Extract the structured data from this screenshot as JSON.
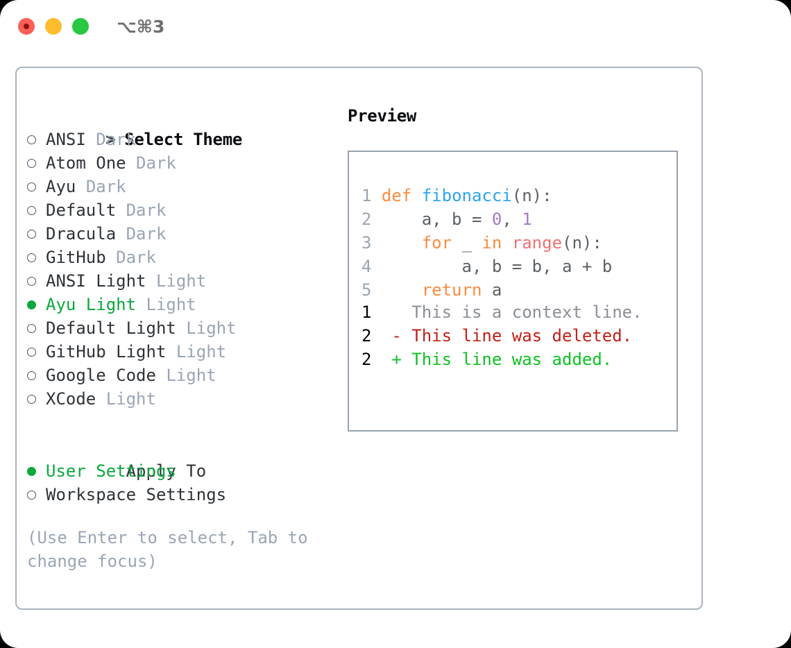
{
  "window": {
    "shortcut": "⌥⌘3",
    "traffic_lights": [
      "close-light",
      "minimize-light",
      "maximize-light"
    ]
  },
  "theme_section": {
    "header_marker": ">",
    "header": "Select Theme",
    "items": [
      {
        "marker": "hollow",
        "label": "ANSI",
        "variant": "Dark",
        "selected": false
      },
      {
        "marker": "hollow",
        "label": "Atom One",
        "variant": "Dark",
        "selected": false
      },
      {
        "marker": "hollow",
        "label": "Ayu",
        "variant": "Dark",
        "selected": false
      },
      {
        "marker": "hollow",
        "label": "Default",
        "variant": "Dark",
        "selected": false
      },
      {
        "marker": "hollow",
        "label": "Dracula",
        "variant": "Dark",
        "selected": false
      },
      {
        "marker": "hollow",
        "label": "GitHub",
        "variant": "Dark",
        "selected": false
      },
      {
        "marker": "hollow",
        "label": "ANSI Light",
        "variant": "Light",
        "selected": false
      },
      {
        "marker": "filled",
        "label": "Ayu Light",
        "variant": "Light",
        "selected": true
      },
      {
        "marker": "hollow",
        "label": "Default Light",
        "variant": "Light",
        "selected": false
      },
      {
        "marker": "hollow",
        "label": "GitHub Light",
        "variant": "Light",
        "selected": false
      },
      {
        "marker": "hollow",
        "label": "Google Code",
        "variant": "Light",
        "selected": false
      },
      {
        "marker": "hollow",
        "label": "XCode",
        "variant": "Light",
        "selected": false
      }
    ]
  },
  "apply_to_section": {
    "header": "Apply To",
    "items": [
      {
        "marker": "filled",
        "label": "User Settings",
        "selected": true
      },
      {
        "marker": "hollow",
        "label": "Workspace Settings",
        "selected": false
      }
    ]
  },
  "hint": "(Use Enter to select, Tab to change focus)",
  "preview": {
    "title": "Preview",
    "code_lines": [
      {
        "n": "1",
        "tokens": [
          {
            "t": "def",
            "c": "kw"
          },
          {
            "t": " ",
            "c": "punc"
          },
          {
            "t": "fibonacci",
            "c": "fn"
          },
          {
            "t": "(n):",
            "c": "punc"
          }
        ]
      },
      {
        "n": "2",
        "tokens": [
          {
            "t": "    a, b = ",
            "c": "var"
          },
          {
            "t": "0",
            "c": "num"
          },
          {
            "t": ", ",
            "c": "punc"
          },
          {
            "t": "1",
            "c": "num"
          }
        ]
      },
      {
        "n": "3",
        "tokens": [
          {
            "t": "    ",
            "c": "punc"
          },
          {
            "t": "for",
            "c": "kw"
          },
          {
            "t": " _ ",
            "c": "var"
          },
          {
            "t": "in",
            "c": "kw"
          },
          {
            "t": " ",
            "c": "punc"
          },
          {
            "t": "range",
            "c": "call"
          },
          {
            "t": "(n):",
            "c": "punc"
          }
        ]
      },
      {
        "n": "4",
        "tokens": [
          {
            "t": "        a, b = b, a + b",
            "c": "var"
          }
        ]
      },
      {
        "n": "5",
        "tokens": [
          {
            "t": "    ",
            "c": "punc"
          },
          {
            "t": "return",
            "c": "kw"
          },
          {
            "t": " a",
            "c": "var"
          }
        ]
      }
    ],
    "diff_lines": [
      {
        "n": "1",
        "sign": " ",
        "text": "This is a context line.",
        "kind": "diff-ctx"
      },
      {
        "n": "2",
        "sign": "-",
        "text": "This line was deleted.",
        "kind": "diff-del"
      },
      {
        "n": "2",
        "sign": "+",
        "text": "This line was added.",
        "kind": "diff-add"
      }
    ]
  },
  "colors": {
    "accent_green": "#0aa83c",
    "muted": "#9aa5b4",
    "border": "#aab4c0",
    "preview_border": "#97a3b0",
    "keyword": "#fa8d3e",
    "function": "#2aa5f0",
    "number": "#a37acc",
    "call": "#f07171",
    "diff_add": "#0ec123",
    "diff_del": "#c22018"
  }
}
